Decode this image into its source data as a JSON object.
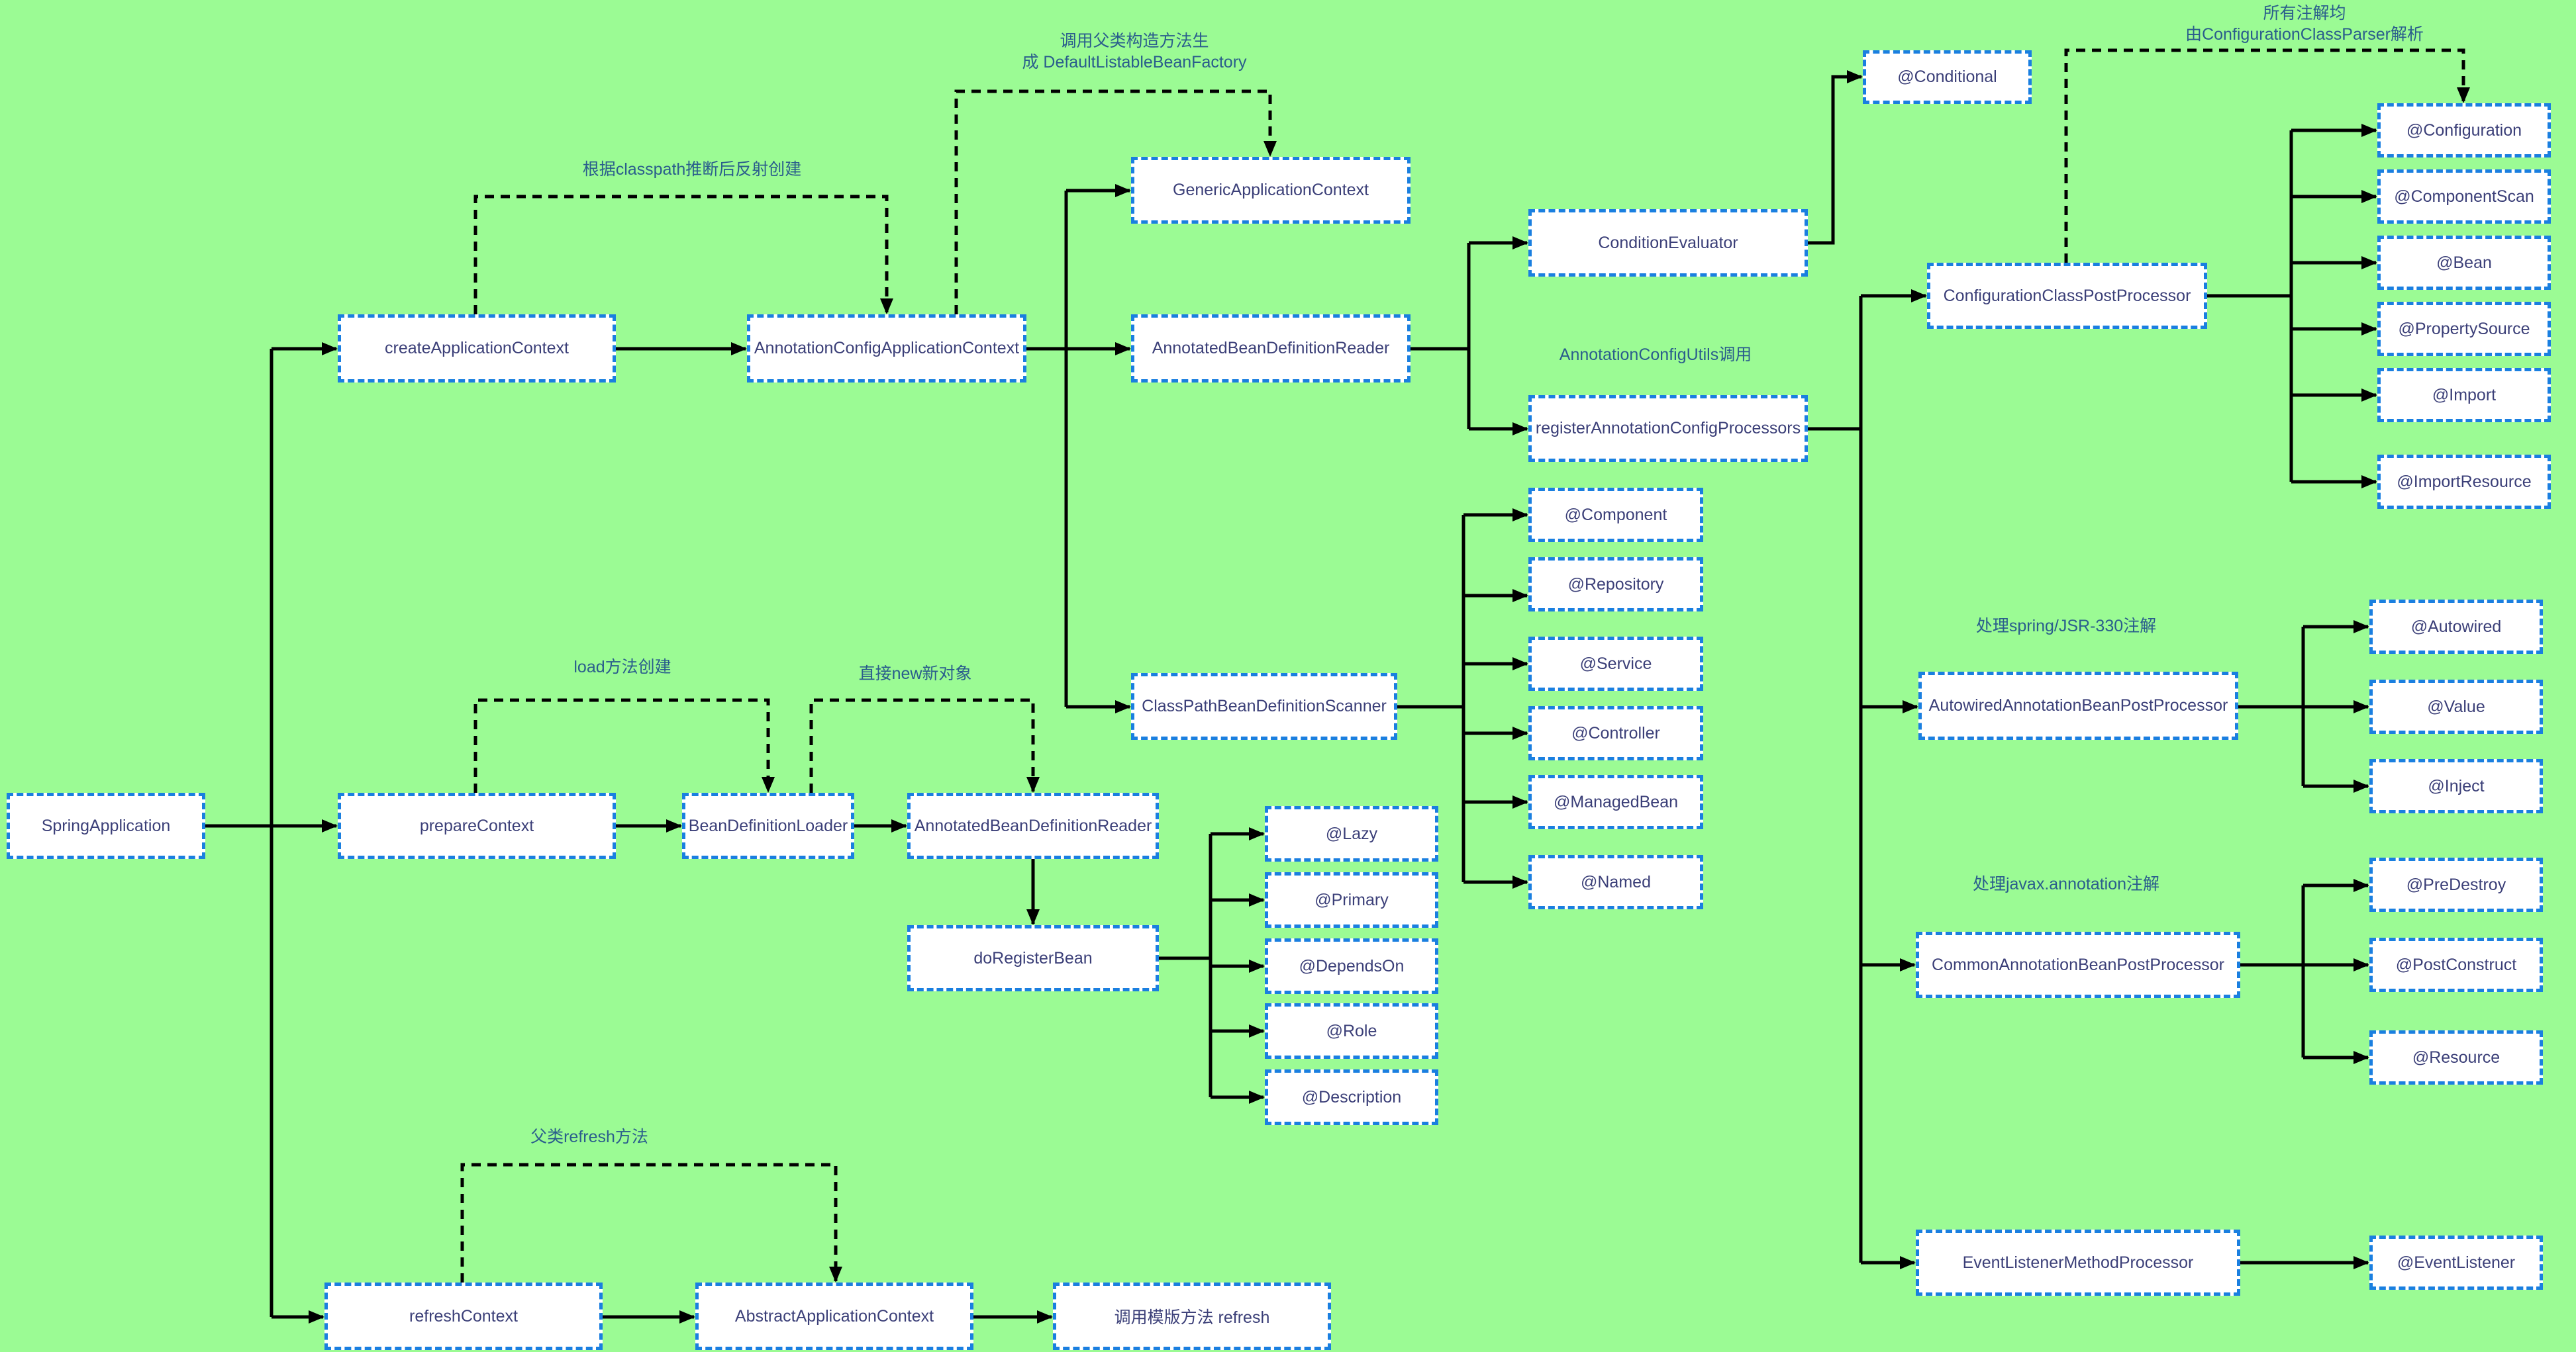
{
  "diagram": {
    "colors": {
      "background": "#9bfb94",
      "node_fill": "#ffffff",
      "node_border": "#1a7fe0",
      "node_text": "#3b3f78",
      "note_text": "#2a5d8c",
      "edge": "#000000"
    },
    "nodes": {
      "springApplication": "SpringApplication",
      "createApplicationContext": "createApplicationContext",
      "annotationConfigApplicationContext": "AnnotationConfigApplicationContext",
      "genericApplicationContext": "GenericApplicationContext",
      "annotatedBeanDefinitionReaderTop": "AnnotatedBeanDefinitionReader",
      "conditionEvaluator": "ConditionEvaluator",
      "conditional": "@Conditional",
      "registerAnnotationConfigProcessors": "registerAnnotationConfigProcessors",
      "configurationClassPostProcessor": "ConfigurationClassPostProcessor",
      "configuration": "@Configuration",
      "componentScan": "@ComponentScan",
      "bean": "@Bean",
      "propertySource": "@PropertySource",
      "import": "@Import",
      "importResource": "@ImportResource",
      "classPathBeanDefinitionScanner": "ClassPathBeanDefinitionScanner",
      "component": "@Component",
      "repository": "@Repository",
      "service": "@Service",
      "controller": "@Controller",
      "managedBean": "@ManagedBean",
      "named": "@Named",
      "prepareContext": "prepareContext",
      "beanDefinitionLoader": "BeanDefinitionLoader",
      "annotatedBeanDefinitionReaderMid": "AnnotatedBeanDefinitionReader",
      "doRegisterBean": "doRegisterBean",
      "lazy": "@Lazy",
      "primary": "@Primary",
      "dependsOn": "@DependsOn",
      "role": "@Role",
      "description": "@Description",
      "autowiredProcessor": "AutowiredAnnotationBeanPostProcessor",
      "autowired": "@Autowired",
      "value": "@Value",
      "inject": "@Inject",
      "commonProcessor": "CommonAnnotationBeanPostProcessor",
      "preDestroy": "@PreDestroy",
      "postConstruct": "@PostConstruct",
      "resource": "@Resource",
      "eventListenerProcessor": "EventListenerMethodProcessor",
      "eventListener": "@EventListener",
      "refreshContext": "refreshContext",
      "abstractApplicationContext": "AbstractApplicationContext",
      "templateRefresh": "调用模版方法 refresh"
    },
    "notes": {
      "reflectCreate": "根据classpath推断后反射创建",
      "parentConstructor1": "调用父类构造方法生",
      "parentConstructor2": "成 DefaultListableBeanFactory",
      "annotationConfigUtils": "AnnotationConfigUtils调用",
      "parsedBy1": "所有注解均",
      "parsedBy2": "由ConfigurationClassParser解析",
      "loadCreate": "load方法创建",
      "newObject": "直接new新对象",
      "springJsr330": "处理spring/JSR-330注解",
      "javaxAnnotation": "处理javax.annotation注解",
      "parentRefresh": "父类refresh方法"
    }
  }
}
